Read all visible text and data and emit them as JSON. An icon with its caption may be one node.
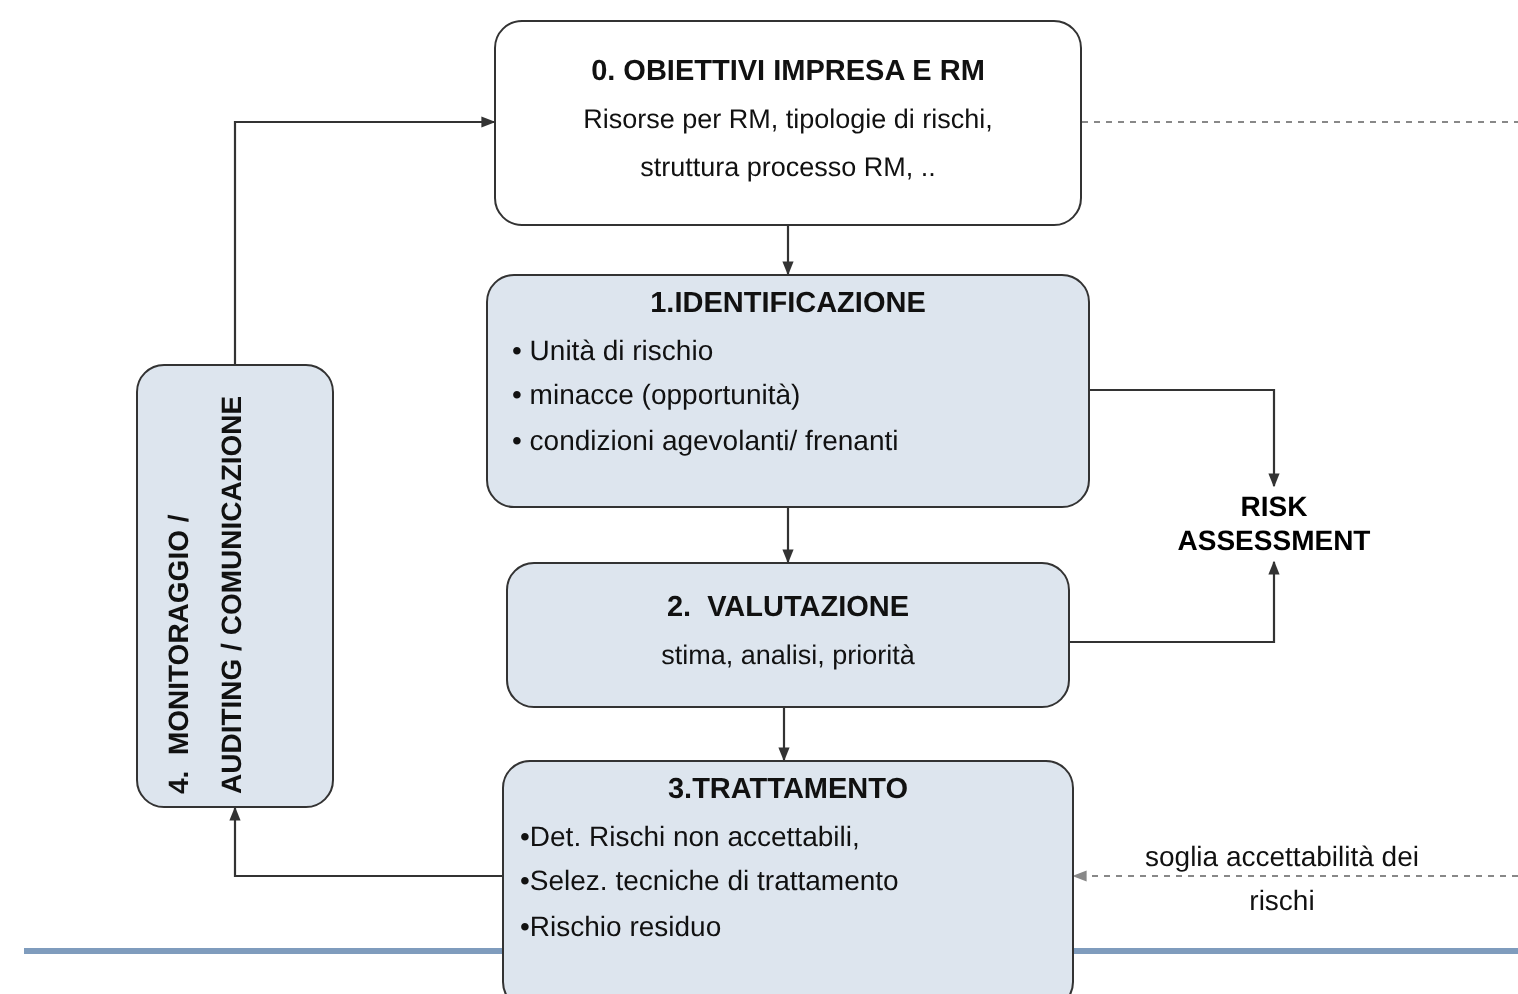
{
  "diagram": {
    "nodes": [
      {
        "text": [
          "0. OBIETTIVI IMPRESA E RM",
          "Risorse per RM, tipologie di rischi, struttura processo RM, .."
        ]
      },
      {
        "text": [
          "1.IDENTIFICAZIONE",
          "• Unità di rischio",
          "• minacce (opportunità)",
          "• condizioni agevolanti/ frenanti"
        ]
      },
      {
        "text": [
          "2.  VALUTAZIONE",
          "stima, analisi, priorità"
        ]
      },
      {
        "text": [
          "3.TRATTAMENTO",
          "•Det. Rischi non accettabili,",
          "•Selez. tecniche di trattamento",
          "•Rischio residuo"
        ]
      },
      {
        "text": [
          "4.  MONITORAGGIO / AUDITING / COMUNICAZIONE"
        ]
      },
      {
        "text": [
          "RISK ASSESSMENT"
        ]
      }
    ],
    "edges": [
      {
        "from": 0,
        "to": 1,
        "arrow": "to"
      },
      {
        "from": 1,
        "to": 2,
        "arrow": "to"
      },
      {
        "from": 2,
        "to": 3,
        "arrow": "to"
      },
      {
        "from": 3,
        "to": 4,
        "arrow": "to"
      },
      {
        "from": 4,
        "to": 0,
        "arrow": "to"
      },
      {
        "from": 1,
        "to": 5,
        "arrow": "to"
      },
      {
        "from": 2,
        "to": 5,
        "arrow": "to"
      },
      {
        "from": 0,
        "to": null,
        "arrow": "none",
        "style": "dashed"
      },
      {
        "from": null,
        "to": 3,
        "arrow": "to",
        "style": "dashed",
        "label": "soglia accettabilità dei rischi"
      }
    ]
  }
}
